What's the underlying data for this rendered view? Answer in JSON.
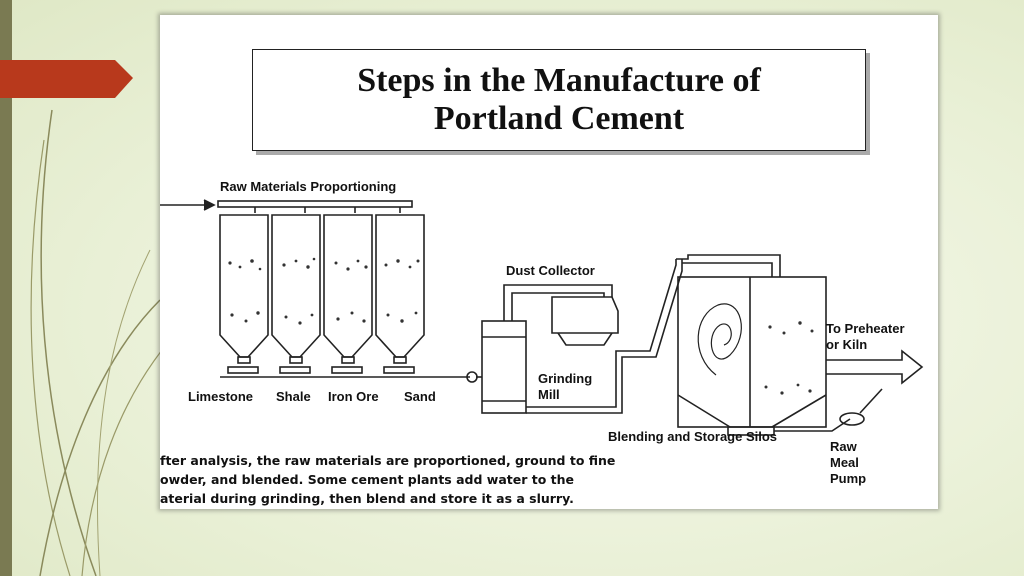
{
  "title": {
    "line1": "Steps in the Manufacture of",
    "line2": "Portland Cement"
  },
  "labels": {
    "raw_materials": "Raw Materials Proportioning",
    "limestone": "Limestone",
    "shale": "Shale",
    "iron_ore": "Iron Ore",
    "sand": "Sand",
    "dust_collector": "Dust Collector",
    "grinding_mill_1": "Grinding",
    "grinding_mill_2": "Mill",
    "preheater_1": "To Preheater",
    "preheater_2": "or Kiln",
    "blending": "Blending and Storage Silos",
    "pump_1": "Raw",
    "pump_2": "Meal",
    "pump_3": "Pump"
  },
  "caption": {
    "line1": "fter analysis, the raw materials are proportioned, ground to fine",
    "line2": "owder, and blended. Some cement plants add water to the",
    "line3": "aterial during grinding, then blend and store it as a slurry."
  },
  "colors": {
    "accent_arrow": "#b8391c",
    "left_bar": "#7a7a52",
    "background": "#e9f0d6"
  }
}
